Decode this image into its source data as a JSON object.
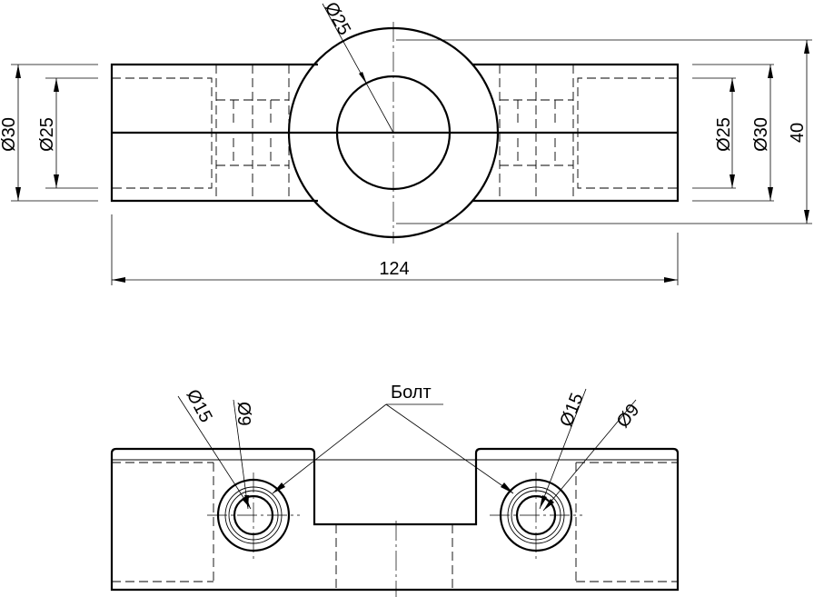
{
  "top_view": {
    "dim_hole_left_outer": "Ø30",
    "dim_hole_left_inner": "Ø25",
    "dim_hole_right_inner": "Ø25",
    "dim_hole_right_outer": "Ø30",
    "dim_center_bore": "Ø25",
    "dim_height": "40",
    "dim_length": "124"
  },
  "front_view": {
    "dim_left_counterbore": "Ø15",
    "dim_left_hole": "Ø9",
    "dim_right_counterbore": "Ø15",
    "dim_right_hole": "Ø9",
    "bolt_label": "Болт"
  }
}
